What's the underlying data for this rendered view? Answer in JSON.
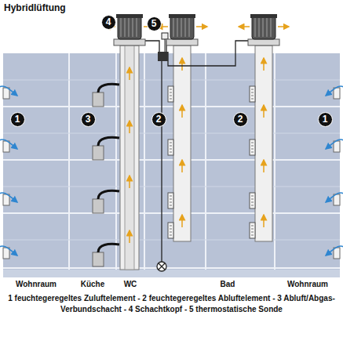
{
  "diagram": {
    "title": "Hybridlüftung",
    "caption": "1 feuchtegeregeltes Zuluftelement - 2 feuchtegeregeltes Abluftelement - 3 Abluft/Abgas-Verbundschacht - 4 Schachtkopf - 5 thermostatische Sonde",
    "labels": [
      "4",
      "5",
      "1",
      "3",
      "2",
      "2",
      "1",
      "Wohnraum",
      "Küche",
      "WC",
      "Bad",
      "Wohnraum"
    ]
  }
}
